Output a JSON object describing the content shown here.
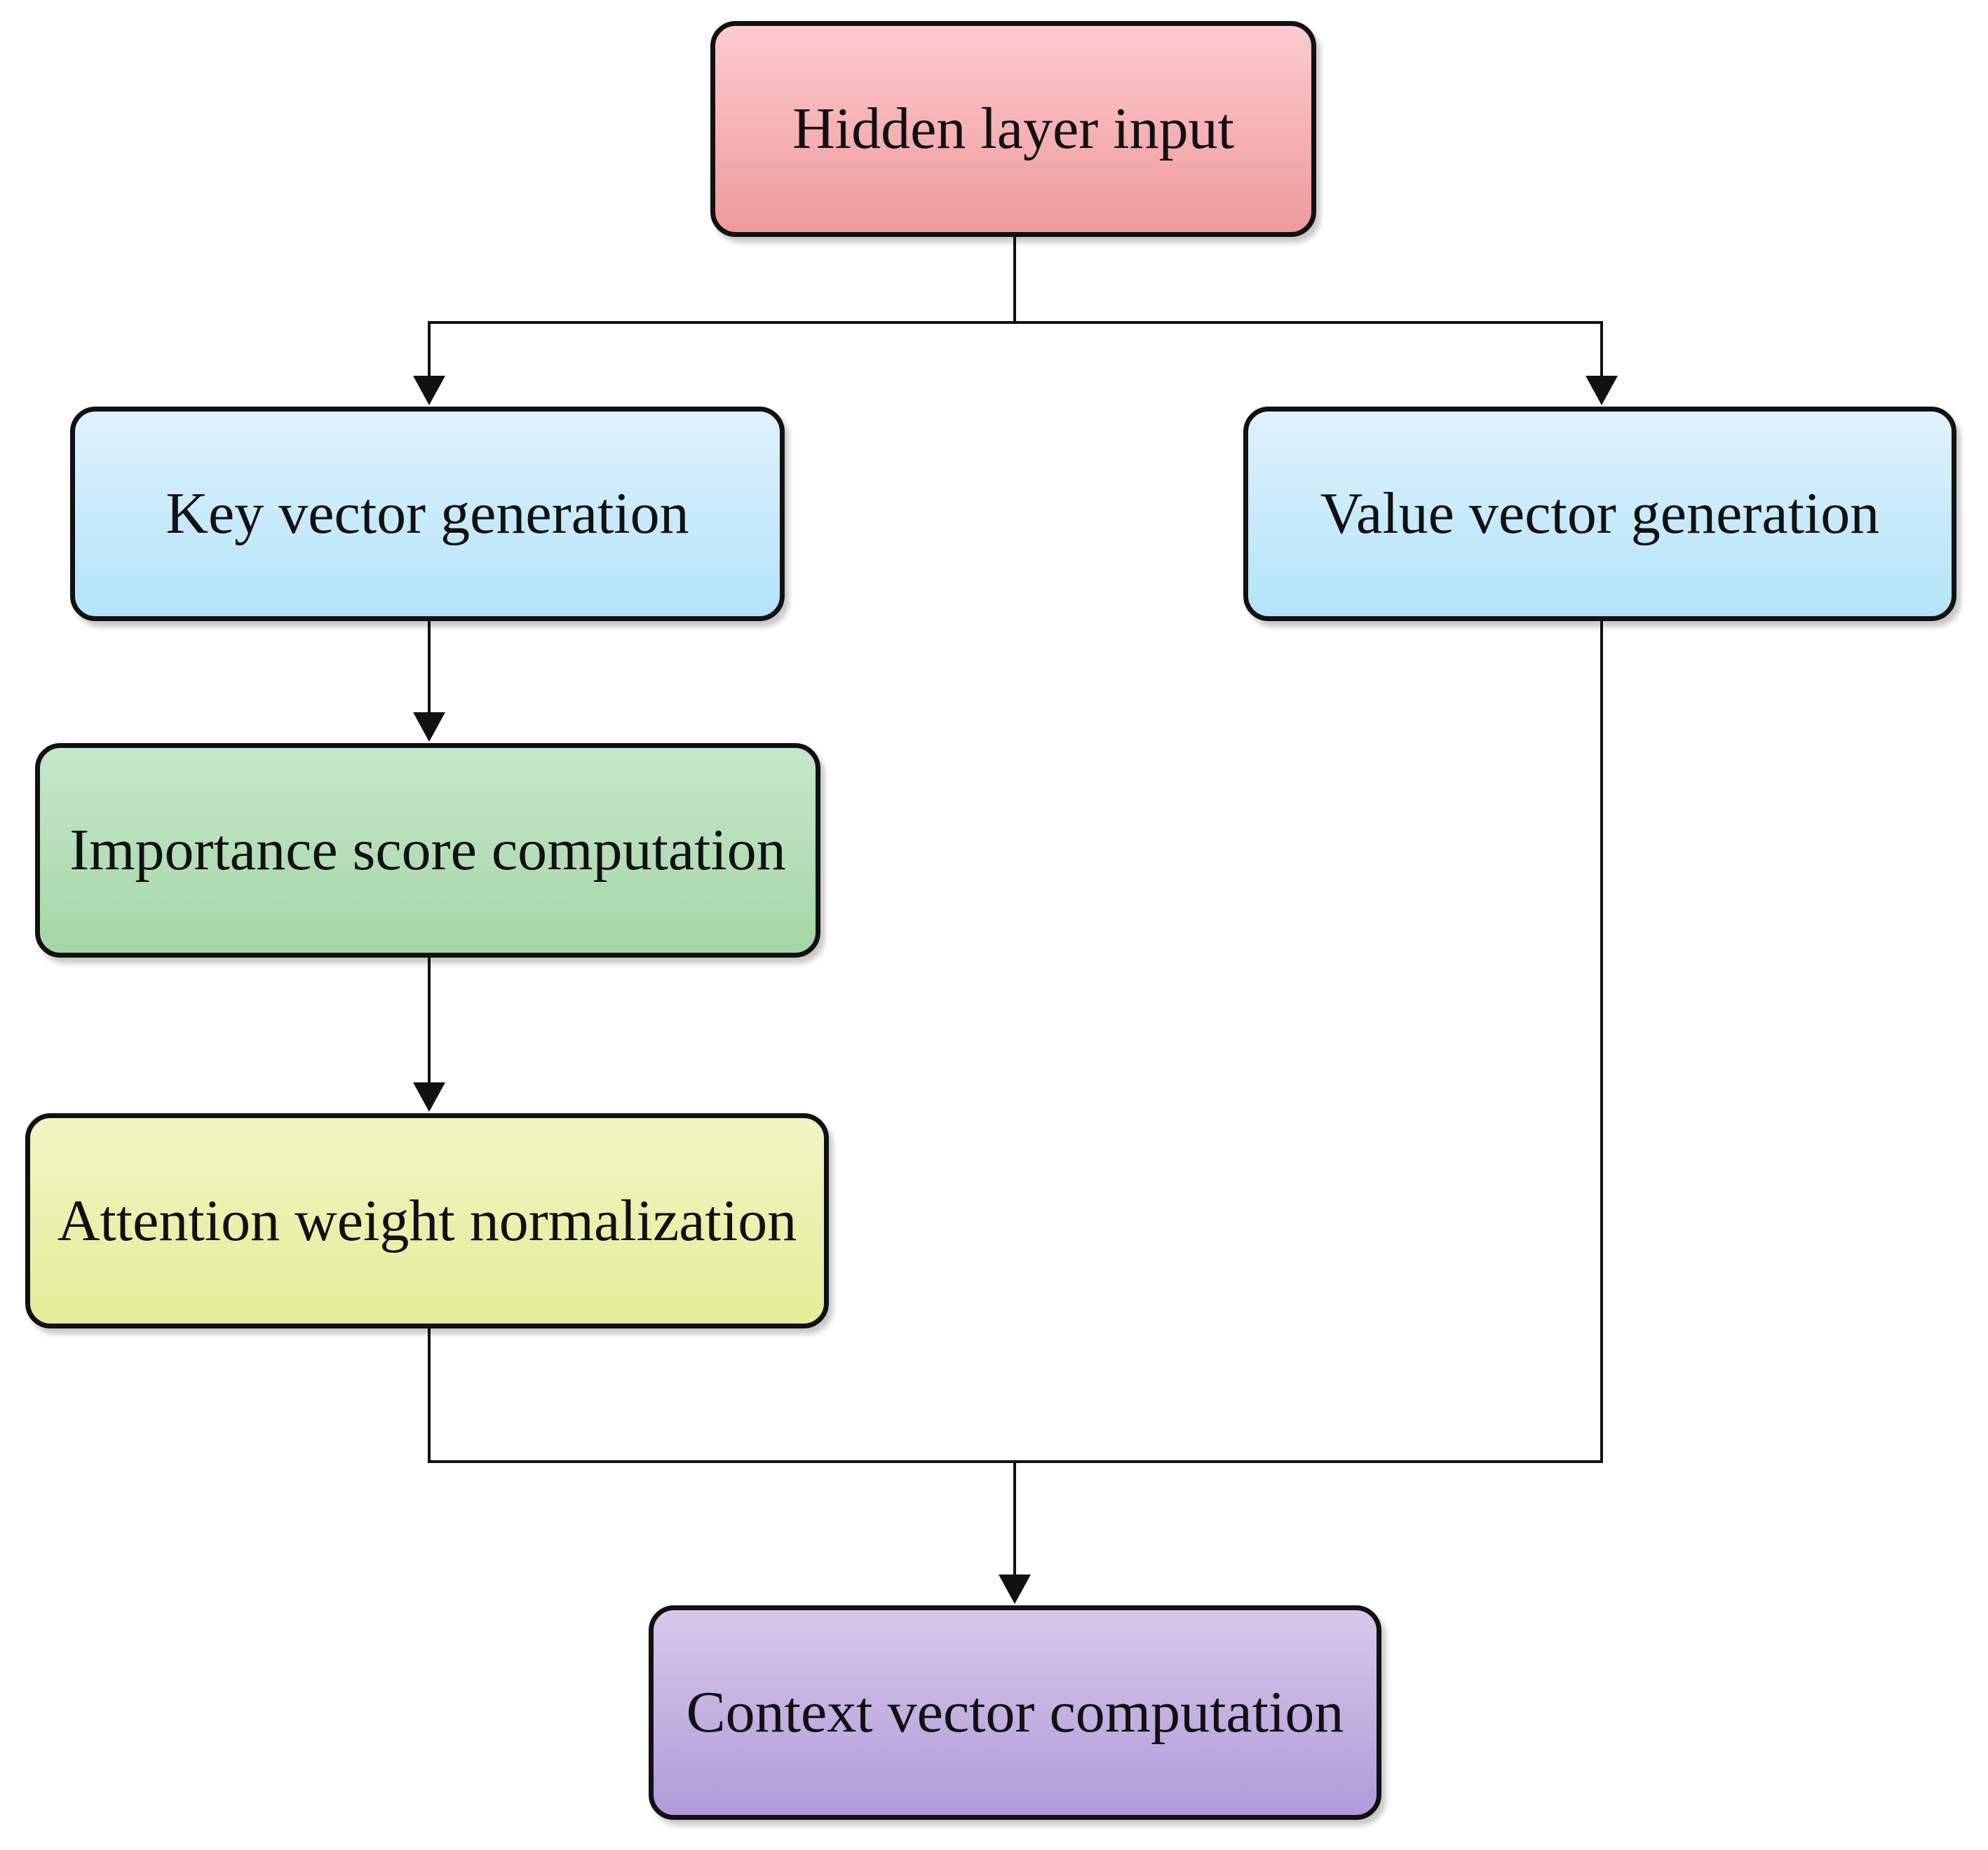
{
  "diagram": {
    "nodes": {
      "hidden": {
        "label": "Hidden layer input",
        "color": "#f4b0b4"
      },
      "key": {
        "label": "Key vector generation",
        "color": "#c8ecfb"
      },
      "value": {
        "label": "Value vector generation",
        "color": "#c8ecfb"
      },
      "score": {
        "label": "Importance score computation",
        "color": "#b5deb8"
      },
      "attention": {
        "label": "Attention weight normalization",
        "color": "#eaf1ae"
      },
      "context": {
        "label": "Context vector computation",
        "color": "#c3b0e1"
      }
    },
    "edges": [
      {
        "from": "hidden",
        "to": "key"
      },
      {
        "from": "hidden",
        "to": "value"
      },
      {
        "from": "key",
        "to": "score"
      },
      {
        "from": "score",
        "to": "attention"
      },
      {
        "from": "attention",
        "to": "context"
      },
      {
        "from": "value",
        "to": "context"
      }
    ]
  }
}
